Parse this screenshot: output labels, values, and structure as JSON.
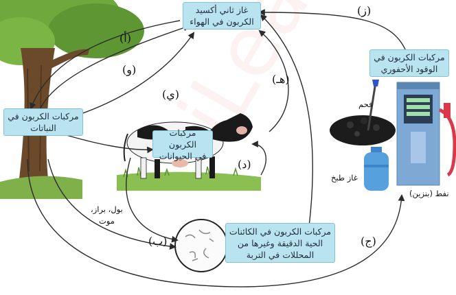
{
  "boxes": {
    "air_co2": [
      "غاز ثاني أكسيد",
      "الكربون في الهواء"
    ],
    "plants": [
      "مركبات الكربون في",
      "النباتات"
    ],
    "animals": [
      "مركبات الكربون",
      "في الحيوانات"
    ],
    "fossil": [
      "مركبات الكربون في",
      "الوقود الأحفوري"
    ],
    "soil": [
      "مركبات الكربون في الكائنات",
      "الحية الدقيقة وغيرها من",
      "المحللات في التربة"
    ]
  },
  "labels": {
    "coal": "فحم",
    "cooking_gas": "غاز طبخ",
    "oil": "نفط (بنزين)",
    "waste": [
      "بول، براز،",
      "موت"
    ]
  },
  "arrow_tags": {
    "a": "(أ)",
    "b": "(ب)",
    "c": "(ج)",
    "d": "(د)",
    "e": "(هـ)",
    "w": "(و)",
    "z": "(ز)",
    "y": "(ي)"
  },
  "colors": {
    "box_fill": "#b9e3ef",
    "box_border": "#7fc3d8",
    "arrow": "#2b2b2b",
    "tree_trunk": "#6b4a2c",
    "foliage": "#6fa83c"
  }
}
